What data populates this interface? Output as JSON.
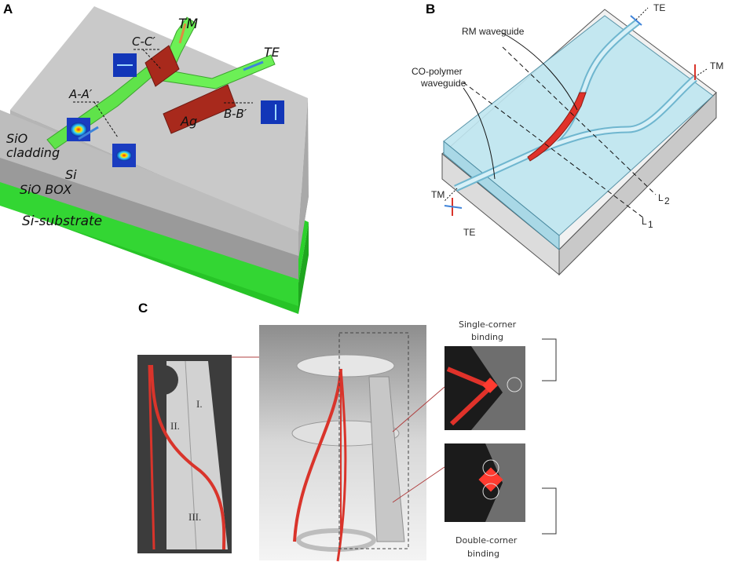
{
  "panels": {
    "a": "A",
    "b": "B",
    "c": "C"
  },
  "panel_a": {
    "tm": "TM",
    "te": "TE",
    "c_cut": "C-C′",
    "a_cut": "A-A′",
    "b_cut": "B-B′",
    "ag": "Ag",
    "si": "Si",
    "sio2_cladding_1": "SiO",
    "sio2_cladding_2": "cladding",
    "sio2_box": "SiO  BOX",
    "substrate": "Si-substrate"
  },
  "panel_b": {
    "te_top": "TE",
    "tm_right": "TM",
    "rm_waveguide": "RM waveguide",
    "co_polymer_1": "CO-polymer",
    "co_polymer_2": "waveguide",
    "tm_left": "TM",
    "te_left": "TE",
    "l2": "L",
    "l1": "L"
  },
  "panel_c": {
    "single_1": "Single-corner",
    "single_2": "binding",
    "double_1": "Double-corner",
    "double_2": "binding",
    "section_1": "I.",
    "section_2": "II.",
    "section_3": "III."
  },
  "colors": {
    "waveguide_green": "#5fe34a",
    "silver_red": "#a8291c",
    "glass_blue": "#bfe6f0",
    "highlight_red": "#e0322a"
  }
}
